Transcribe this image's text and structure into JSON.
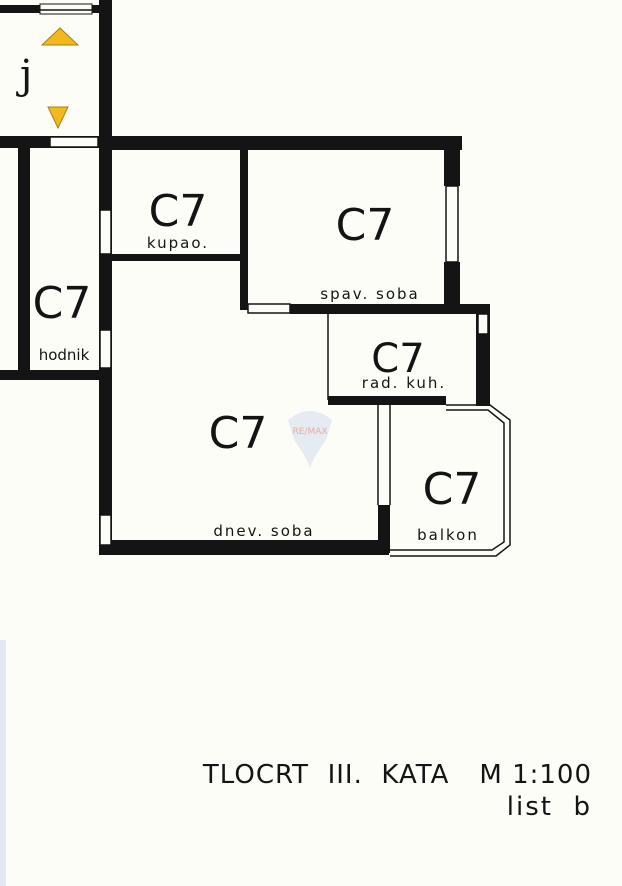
{
  "stair": {
    "label": "j"
  },
  "rooms": [
    {
      "id": "kupao",
      "code": "C7",
      "label": "kupao."
    },
    {
      "id": "spav",
      "code": "C7",
      "label": "spav. soba"
    },
    {
      "id": "hodnik",
      "code": "C7",
      "label": "hodnik"
    },
    {
      "id": "rad",
      "code": "C7",
      "label": "rad. kuh."
    },
    {
      "id": "dnev",
      "code": "C7",
      "label": "dnev. soba"
    },
    {
      "id": "balkon",
      "code": "C7",
      "label": "balkon"
    }
  ],
  "watermark": {
    "text": "RE/MAX"
  },
  "title_block": {
    "title": "TLOCRT  III.  KATA",
    "scale": "M 1:100",
    "sheet": "list  b"
  },
  "colors": {
    "wall": "#141414",
    "arrow": "#f2b81e",
    "paper": "#fdfdf8",
    "watermark": "#c9d6ea"
  }
}
